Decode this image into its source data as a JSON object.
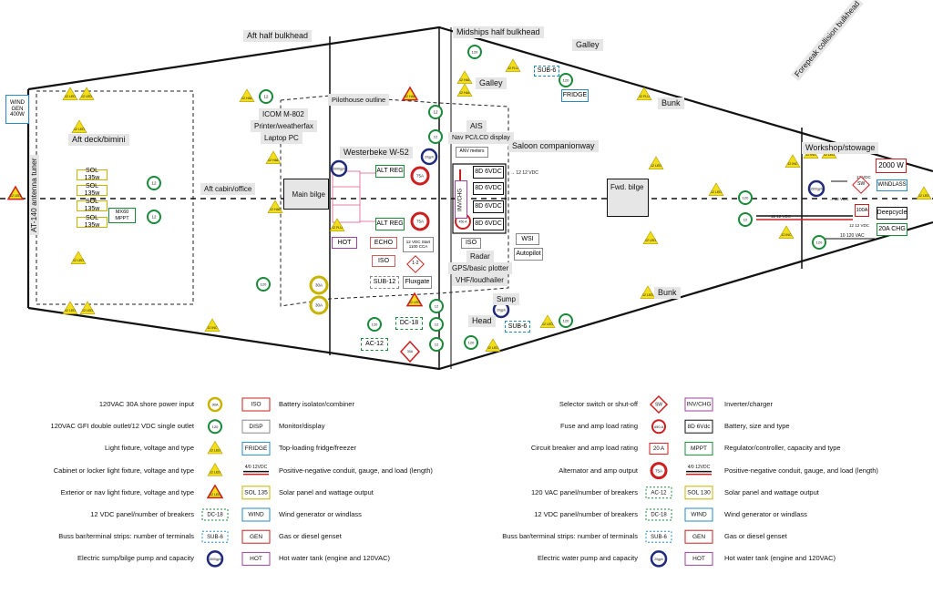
{
  "title_labels": {
    "aft_half_bulkhead": "Aft half bulkhead",
    "midships_half_bulkhead": "Midships half bulkhead",
    "galley_top": "Galley",
    "galley": "Galley",
    "forepeak": "Forepeak collision bulkhead",
    "workshop": "Workshop/stowage",
    "antenna": "AT-140 antenna tuner",
    "pilothouse": "Pilothouse outline",
    "aft_deck": "Aft deck/bimini",
    "aft_cabin": "Aft cabin/office",
    "icom": "ICOM M-802",
    "printer": "Printer/weatherfax",
    "laptop": "Laptop PC",
    "westerbeke": "Westerbeke W-52",
    "main_bilge": "Main bilge",
    "ais": "AIS",
    "nav_pc": "Nav PC/LCD display",
    "saloon": "Saloon companionway",
    "fwd_bilge": "Fwd. bilge",
    "bunk_upper": "Bunk",
    "bunk_lower": "Bunk",
    "radar": "Radar",
    "gps": "GPS/basic plotter",
    "vhf": "VHF/loudhailer",
    "head": "Head",
    "sump": "Sump",
    "wind_gen": "WIND GEN 400W",
    "sol_1": "SOL 135w",
    "sol_2": "SOL 135w",
    "sol_3": "SOL 135w",
    "sol_4": "SOL 135w",
    "mppt": "MX60 MPPT",
    "alt_reg_1": "ALT REG",
    "alt_reg_2": "ALT REG",
    "hot": "HOT",
    "echo": "ECHO",
    "iso_1": "ISO",
    "iso_2": "ISO",
    "start_batt": "12 VDC Start 1100 CCA",
    "sw_1_2": "1-2",
    "fluxgate": "Fluxgate",
    "sub12": "SUB-12",
    "dc18": "DC-18",
    "ac12": "AC-12",
    "anv": "ANV meters",
    "invchg": "INV/CHG",
    "batt1": "8D 6VDC",
    "batt2": "8D 6VDC",
    "batt3": "8D 6VDC",
    "batt4": "8D 6VDC",
    "to12vdc": "→ 12 12 VDC",
    "wsi": "WSI",
    "autopilot": "Autopilot",
    "sub6_a": "SUB-6",
    "sub6_b": "SUB-6",
    "fridge": "FRIDGE",
    "inv2000": "2000 W",
    "sw": "SW",
    "windlass": "WINDLASS",
    "deepcycle": "Deepcycle",
    "chg20": "20A CHG",
    "a100": "100A",
    "v12_1": "12 VDC",
    "v12_2": "→ 12 VDC",
    "v12_3": "12 12 VDC",
    "v120": "10 120 VAC",
    "cable": "12 12 VDC"
  },
  "fixture_labels": {
    "led": "12 LED",
    "flu": "12 FLU",
    "hal": "12 HAL",
    "inc": "12 INC",
    "flux": "12 FLU",
    "pump2000": "2000gph",
    "pump1500": "1500gph",
    "pump20": "20gph",
    "amp30": "30A",
    "amp75": "75A",
    "amp450": "450 A",
    "v120": "120",
    "v12": "12",
    "led_grn": "12 LED"
  },
  "legend_left": [
    {
      "text": "120VAC 30A shore power input",
      "sym": "30A",
      "desc": "ISO",
      "desc_text": "Battery isolator/combiner"
    },
    {
      "text": "120VAC  GFI double outlet/12 VDC single outlet",
      "sym": "120",
      "desc": "DISP",
      "desc_text": "Monitor/display"
    },
    {
      "text": "Light fixture, voltage and type",
      "sym": "12 LED",
      "desc": "FRIDGE",
      "desc_text": "Top-loading fridge/freezer"
    },
    {
      "text": "Cabinet or locker light fixture,  voltage and type",
      "sym": "12 LED",
      "desc": "4/0 12VDC",
      "desc_text": "Positive-negative conduit, gauge, and load (length)"
    },
    {
      "text": "Exterior or nav light fixture, voltage and type",
      "sym": "12 LED",
      "desc": "SOL 135",
      "desc_text": "Solar panel and wattage output"
    },
    {
      "text": "12 VDC panel/number of breakers",
      "sym": "DC-18",
      "desc": "WIND",
      "desc_text": "Wind generator or windlass"
    },
    {
      "text": "Buss bar/terminal strips: number of  terminals",
      "sym": "SUB-6",
      "desc": "GEN",
      "desc_text": "Gas or diesel genset"
    },
    {
      "text": "Electric sump/bilge pump and capacity",
      "sym": "1500gph",
      "desc": "HOT",
      "desc_text": "Hot water tank (engine and 120VAC)"
    }
  ],
  "legend_right": [
    {
      "text": "Selector switch or shut-off",
      "sym": "SW",
      "desc": "INV/CHG",
      "desc_text": "Inverter/charger"
    },
    {
      "text": "Fuse  and  amp load rating",
      "sym": "450 A",
      "desc": "8D 6Vdc",
      "desc_text": "Battery, size and type"
    },
    {
      "text": "Circuit breaker and amp load rating",
      "sym": "20 A",
      "desc": "MPPT",
      "desc_text": "Regulator/controller, capacity and type"
    },
    {
      "text": "Alternator and amp output",
      "sym": "75A",
      "desc": "4/0 12VDC",
      "desc_text": "Positive-negative conduit, gauge, and load (length)"
    },
    {
      "text": "120 VAC panel/number of breakers",
      "sym": "AC-12",
      "desc": "SOL 130",
      "desc_text": "Solar panel and wattage output"
    },
    {
      "text": "12 VDC panel/number of breakers",
      "sym": "DC-18",
      "desc": "WIND",
      "desc_text": "Wind generator or windlass"
    },
    {
      "text": "Buss bar/terminal strips: number of  terminals",
      "sym": "SUB-6",
      "desc": "GEN",
      "desc_text": "Gas or diesel genset"
    },
    {
      "text": "Electric water pump and capacity",
      "sym": "20gph",
      "desc": "HOT",
      "desc_text": "Hot water tank (engine and 120VAC)"
    }
  ],
  "colors": {
    "green": "#1a8a3a",
    "red": "#cc1f1f",
    "navy": "#1f2a7a",
    "yellow": "#f2de19",
    "purple": "#a040a0",
    "cyan": "#2a8ac8",
    "olive": "#c8b400"
  }
}
